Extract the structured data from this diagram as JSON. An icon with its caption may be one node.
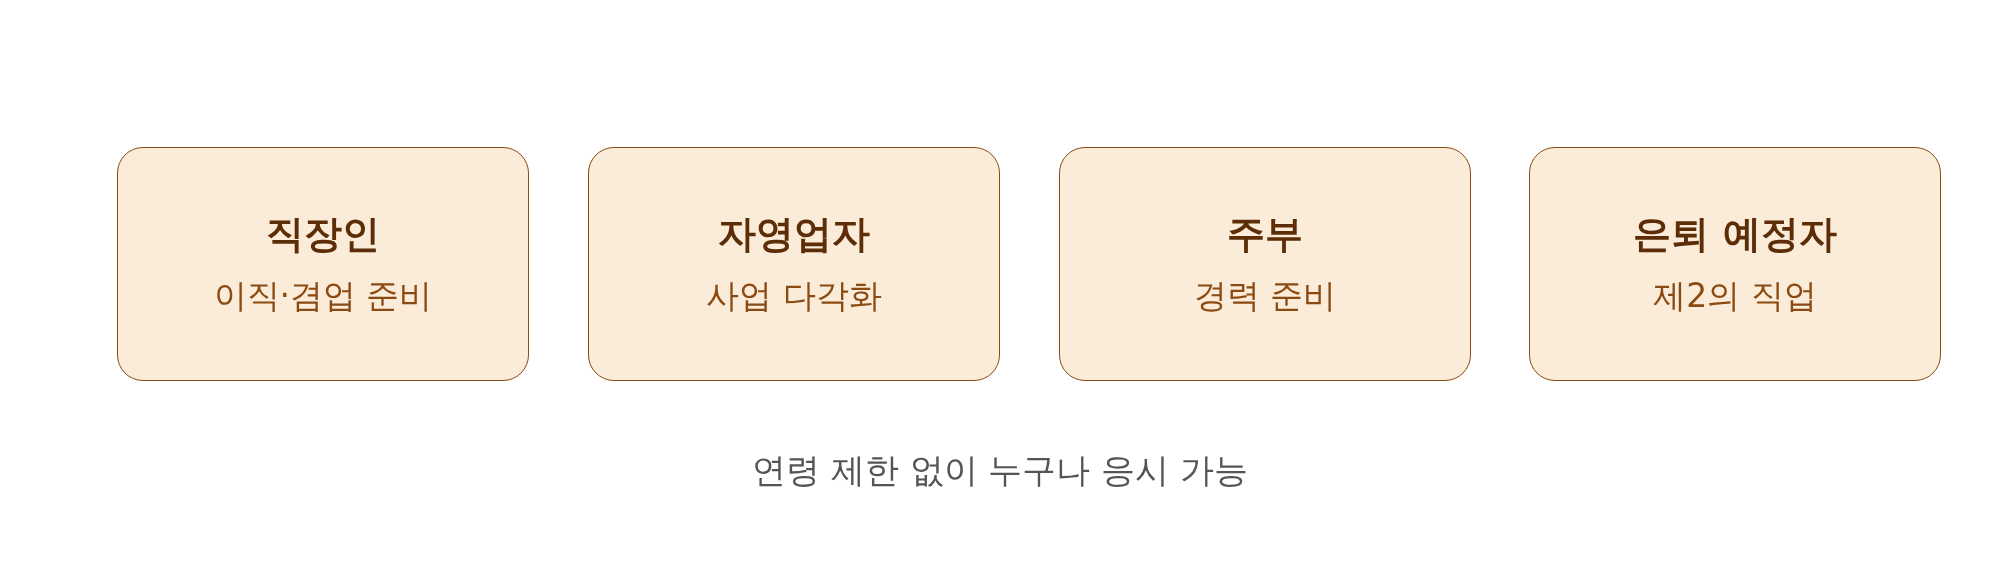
{
  "diagram": {
    "nodes": [
      {
        "text": [
          "직장인",
          "이직·겸업 준비"
        ]
      },
      {
        "text": [
          "자영업자",
          "사업 다각화"
        ]
      },
      {
        "text": [
          "주부",
          "경력 준비"
        ]
      },
      {
        "text": [
          "은퇴 예정자",
          "제2의 직업"
        ]
      }
    ],
    "labels": [
      "연령 제한 없이 누구나 응시 가능"
    ]
  }
}
